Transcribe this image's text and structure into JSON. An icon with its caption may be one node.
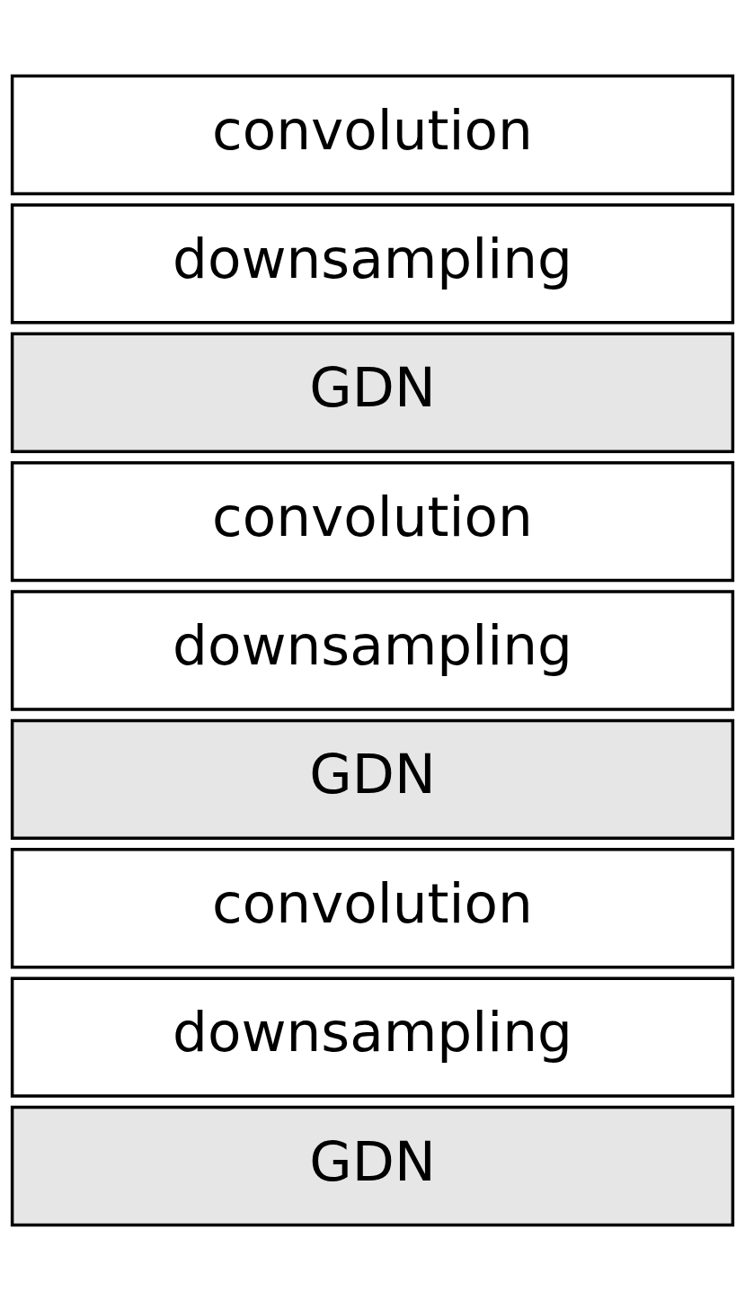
{
  "diagram": {
    "nodes": [
      {
        "text": [
          "convolution"
        ]
      },
      {
        "text": [
          "downsampling"
        ]
      },
      {
        "text": [
          "GDN"
        ]
      },
      {
        "text": [
          "convolution"
        ]
      },
      {
        "text": [
          "downsampling"
        ]
      },
      {
        "text": [
          "GDN"
        ]
      },
      {
        "text": [
          "convolution"
        ]
      },
      {
        "text": [
          "downsampling"
        ]
      },
      {
        "text": [
          "GDN"
        ]
      }
    ]
  }
}
